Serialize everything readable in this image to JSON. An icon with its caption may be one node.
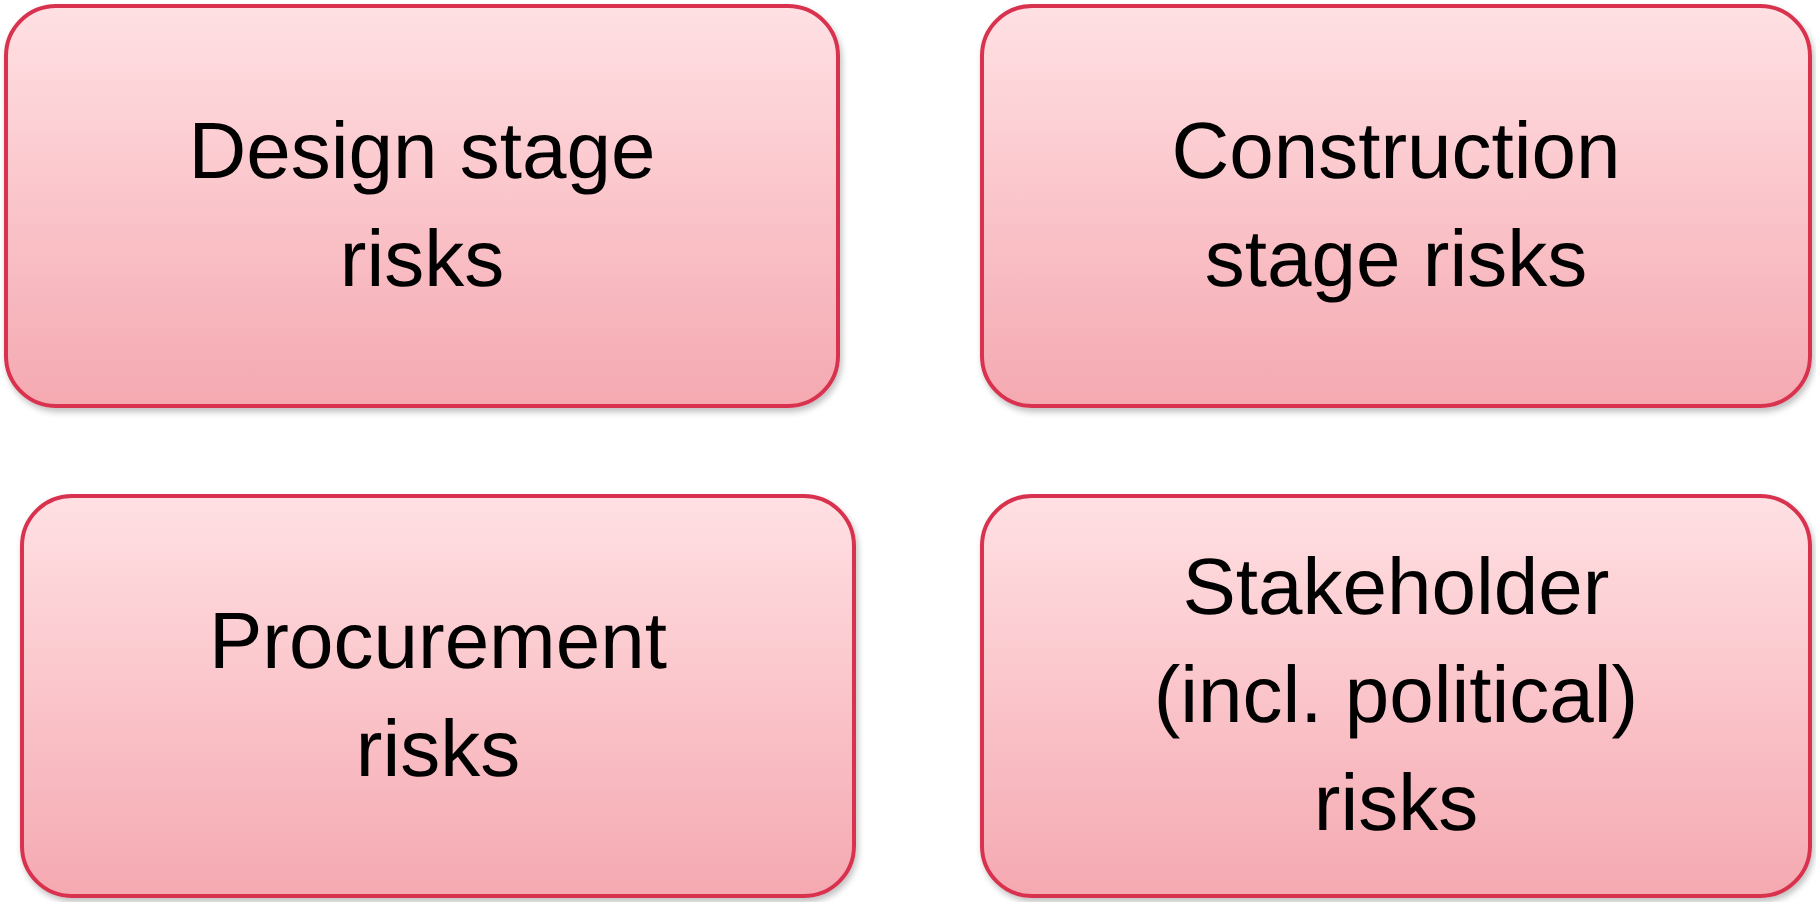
{
  "diagram": {
    "nodes": [
      {
        "text": [
          "Design stage risks"
        ]
      },
      {
        "text": [
          "Construction stage risks"
        ]
      },
      {
        "text": [
          "Procurement risks"
        ]
      },
      {
        "text": [
          "Stakeholder (incl. political) risks"
        ]
      }
    ]
  }
}
